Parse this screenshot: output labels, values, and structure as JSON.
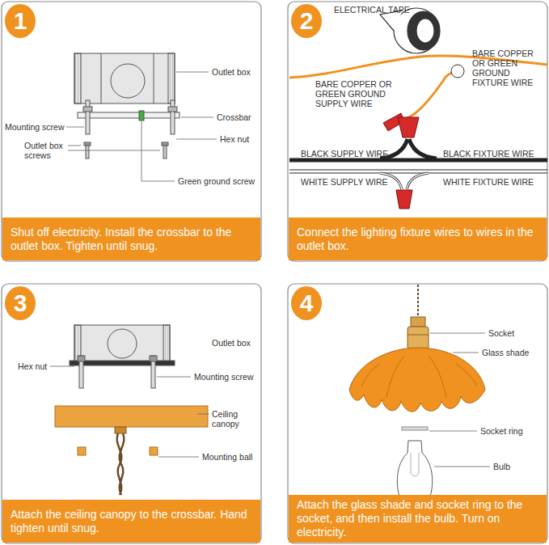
{
  "diagram": {
    "nodes": [
      {
        "text": [
          "1"
        ]
      },
      {
        "text": [
          "Shut off electricity. Install the crossbar to the outlet box. Tighten until snug."
        ]
      },
      {
        "text": [
          "2"
        ]
      },
      {
        "text": [
          "Connect the lighting fixture wires to wires in the outlet box."
        ]
      },
      {
        "text": [
          "3"
        ]
      },
      {
        "text": [
          "Attach the ceiling canopy to the crossbar. Hand tighten until snug."
        ]
      },
      {
        "text": [
          "4"
        ]
      },
      {
        "text": [
          "Attach the glass shade and socket ring to the socket, and then install the bulb. Turn on electricity."
        ]
      }
    ],
    "labels": [
      "Outlet box",
      "Mounting screw",
      "Crossbar",
      "Hex nut",
      "Outlet box screws",
      "Green ground screw",
      "ELECTRICAL TAPE",
      "BARE COPPER OR GREEN GROUND FIXTURE WIRE",
      "BARE COPPER OR GREEN GROUND SUPPLY WIRE",
      "BLACK SUPPLY WIRE",
      "BLACK FIXTURE WIRE",
      "WHITE SUPPLY WIRE",
      "WHITE FIXTURE WIRE",
      "Outlet box",
      "Hex nut",
      "Mounting screw",
      "Ceiling canopy",
      "Mounting ball",
      "Socket",
      "Glass shade",
      "Socket ring",
      "Bulb"
    ]
  }
}
